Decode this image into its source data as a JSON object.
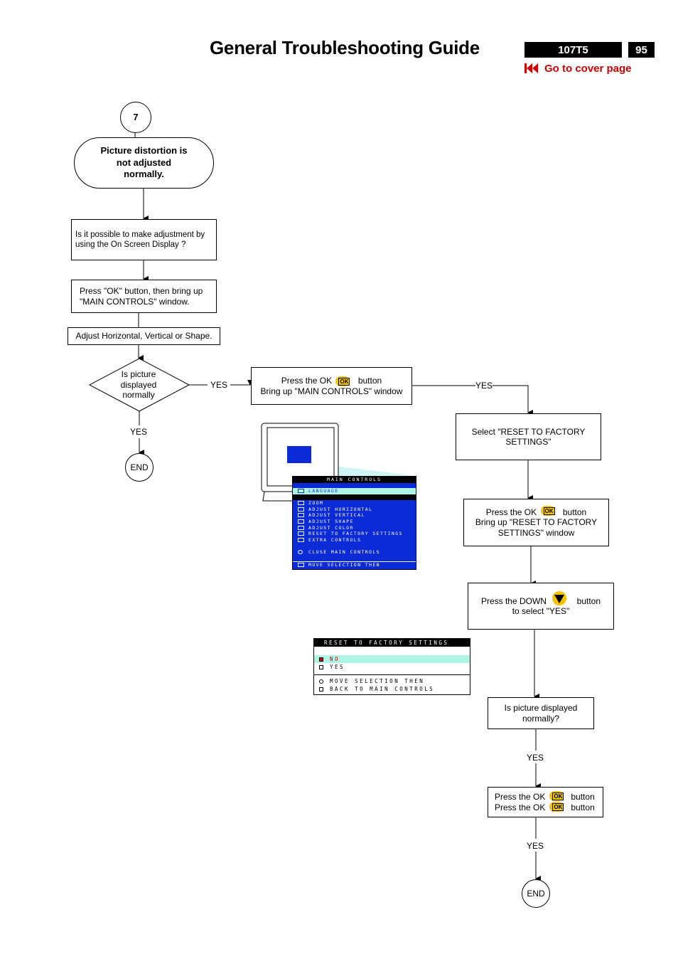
{
  "header": {
    "title": "General Troubleshooting Guide",
    "model": "107T5",
    "page": "95",
    "cover_link": "Go to cover page",
    "accent_color": "#cc0000"
  },
  "left_flow": {
    "step": "7",
    "start_line1": "Picture distortion is",
    "start_line2": "not adjusted",
    "start_line3": "normally.",
    "q1_line1": "Is it possible to make adjustment by",
    "q1_line2": "using the On Screen Display ?",
    "a1_line1": "Press \"OK\" button, then bring up",
    "a1_line2": "\"MAIN CONTROLS\" window.",
    "a2": "Adjust Horizontal, Vertical or Shape.",
    "d1_line1": "Is picture",
    "d1_line2": "displayed",
    "d1_line3": "normally",
    "yes_right": "YES",
    "yes_down": "YES",
    "end": "END"
  },
  "right_flow": {
    "ok_icon": "OK",
    "b1_pre": "Press the OK",
    "b1_post": "button",
    "b1_line2": "Bring up \"MAIN CONTROLS\" window",
    "yes1": "YES",
    "b2_line1": "Select \"RESET TO FACTORY",
    "b2_line2": "SETTINGS\"",
    "b3_pre": "Press the OK",
    "b3_post": "button",
    "b3_line2": "Bring up \"RESET TO FACTORY",
    "b3_line3": "SETTINGS\" window",
    "b4_pre": "Press the DOWN",
    "b4_post": "button",
    "b4_line2": "to select \"YES\"",
    "b5_line1": "Is picture displayed",
    "b5_line2": "normally?",
    "yes2": "YES",
    "b6_pre": "Press the OK",
    "b6_post": "button",
    "yes3": "YES",
    "end": "END"
  },
  "main_controls_osd": {
    "header": "MAIN CONTROLS",
    "items": [
      "LANGUAGE",
      "",
      "ZOOM",
      "ADJUST HORIZONTAL",
      "ADJUST VERTICAL",
      "ADJUST SHAPE",
      "ADJUST COLOR",
      "RESET TO FACTORY SETTINGS",
      "EXTRA CONTROLS",
      "",
      "CLOSE MAIN CONTROLS",
      "",
      "MOVE SELECTION THEN"
    ],
    "bg_color": "#0b2bd6",
    "highlight_color": "#aef5e6"
  },
  "reset_osd": {
    "header": "RESET TO FACTORY SETTINGS",
    "items": [
      "NO",
      "YES"
    ],
    "footer_line1": "MOVE SELECTION THEN",
    "footer_line2": "BACK TO MAIN CONTROLS",
    "highlight_color": "#aef5e6"
  }
}
